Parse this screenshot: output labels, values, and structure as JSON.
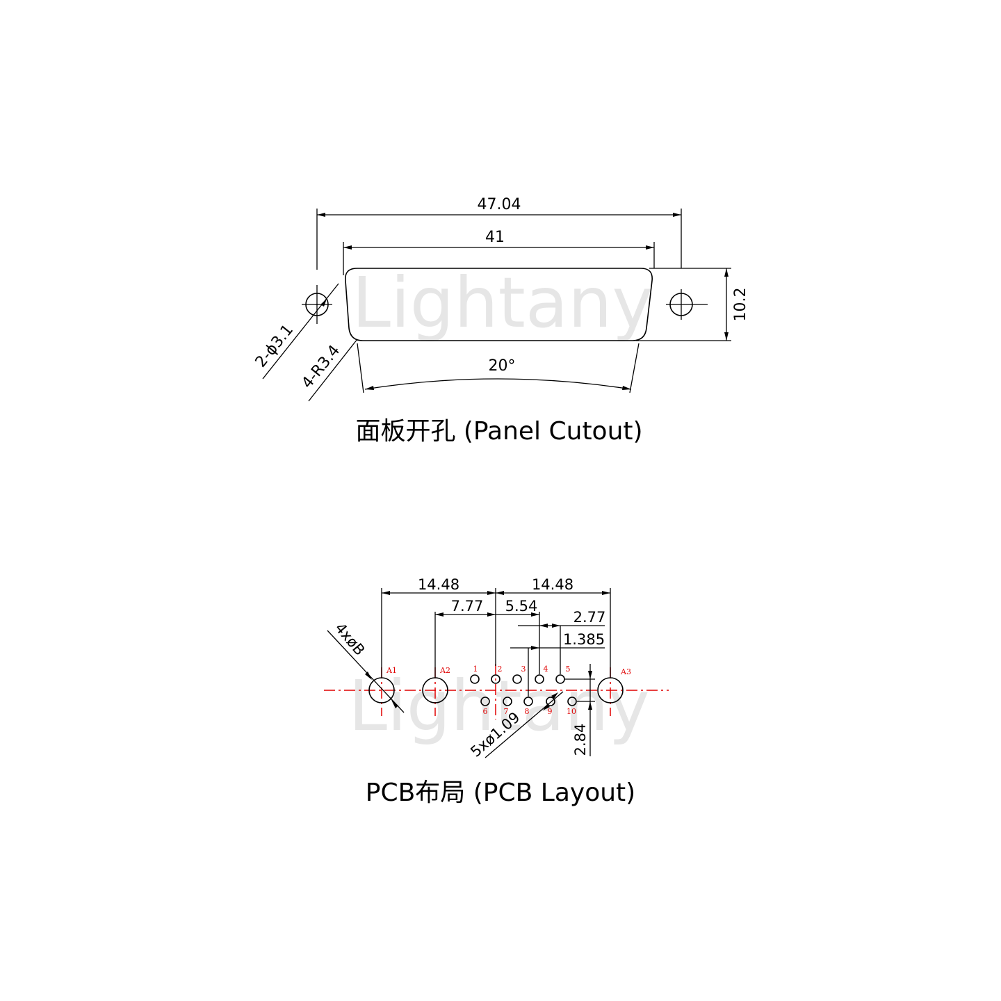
{
  "panel_cutout": {
    "title": "面板开孔 (Panel Cutout)",
    "watermark": "Lightany",
    "dim_overall_width": "47.04",
    "dim_shell_width": "41",
    "dim_height": "10.2",
    "dim_angle": "20°",
    "dim_mount_holes": "2-ϕ3.1",
    "dim_corner_radius": "4-R3.4"
  },
  "pcb_layout": {
    "title": "PCB布局 (PCB Layout)",
    "watermark": "Lightany",
    "dim_left_span": "14.48",
    "dim_right_span": "14.48",
    "dim_a2_offset": "7.77",
    "dim_pin_pitch_x2": "5.54",
    "dim_pin_pitch": "2.77",
    "dim_half_pitch": "1.385",
    "dim_row_spacing": "2.84",
    "dim_large_holes": "4xøB",
    "dim_small_holes": "5xø1.09",
    "large_hole_labels": [
      "A1",
      "A2",
      "A3"
    ],
    "top_row_pins": [
      "1",
      "2",
      "3",
      "4",
      "5"
    ],
    "bottom_row_pins": [
      "6",
      "7",
      "8",
      "9",
      "10"
    ]
  },
  "colors": {
    "line": "#000000",
    "centerline": "#e00000",
    "pin_label": "#e00000",
    "watermark": "#d6d6d6"
  }
}
